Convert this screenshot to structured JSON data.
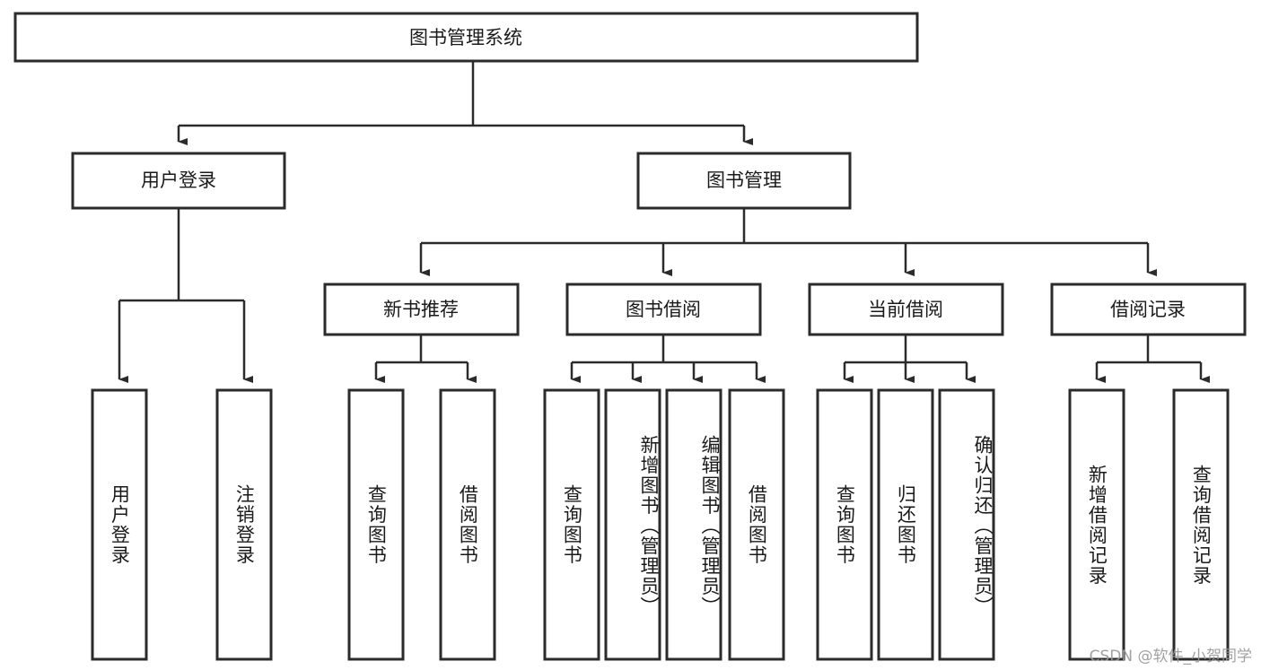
{
  "diagram": {
    "type": "tree",
    "title": "图书管理系统",
    "orientation": "top-down",
    "root": {
      "label": "图书管理系统",
      "level": 0
    },
    "level2": [
      {
        "label": "用户登录"
      },
      {
        "label": "图书管理"
      }
    ],
    "level3": [
      {
        "label": "新书推荐"
      },
      {
        "label": "图书借阅"
      },
      {
        "label": "当前借阅"
      },
      {
        "label": "借阅记录"
      }
    ],
    "leaves": {
      "user_login": [
        {
          "label": "用户登录"
        },
        {
          "label": "注销登录"
        }
      ],
      "new_book_recommend": [
        {
          "label": "查询图书"
        },
        {
          "label": "借阅图书"
        }
      ],
      "book_borrow": [
        {
          "label": "查询图书"
        },
        {
          "label": "新增图书（管理员）"
        },
        {
          "label": "编辑图书（管理员）"
        },
        {
          "label": "借阅图书"
        }
      ],
      "current_borrow": [
        {
          "label": "查询图书"
        },
        {
          "label": "归还图书"
        },
        {
          "label": "确认归还（管理员）"
        }
      ],
      "borrow_record": [
        {
          "label": "新增借阅记录"
        },
        {
          "label": "查询借阅记录"
        }
      ]
    }
  },
  "watermark": {
    "text": "CSDN @软件_小贺同学"
  },
  "colors": {
    "box_border": "#2b2b2b",
    "box_fill": "#ffffff",
    "text": "#1a1a1a",
    "connector": "#2b2b2b",
    "watermark": "#9a9a9a",
    "background": "#ffffff"
  }
}
